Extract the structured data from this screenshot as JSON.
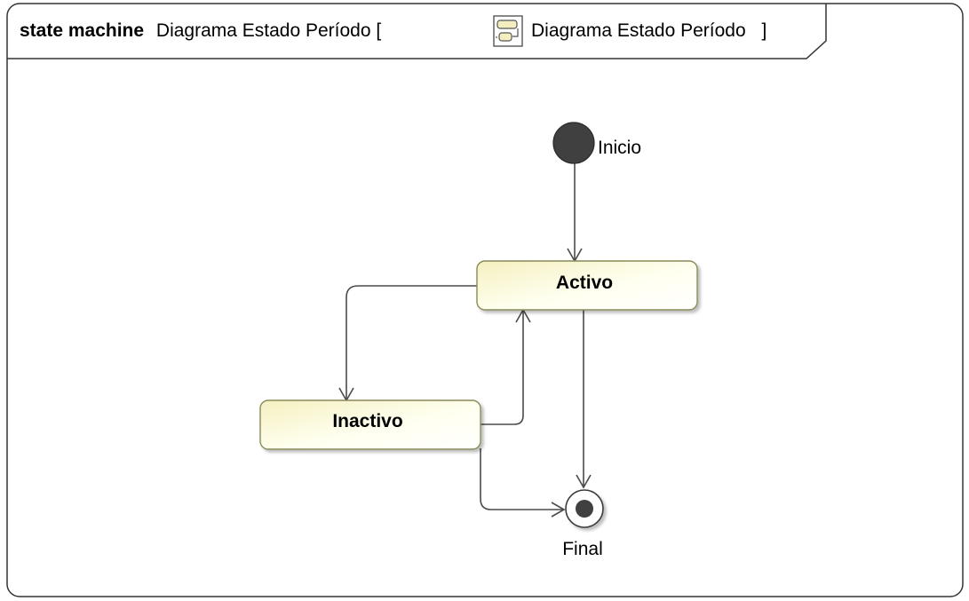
{
  "frame": {
    "keyword": "state machine",
    "name": "Diagrama Estado Período [",
    "diagram_ref": "Diagrama Estado Período",
    "close_bracket": "]",
    "icon": "state-machine-diagram-icon"
  },
  "nodes": {
    "initial": {
      "label": "Inicio",
      "kind": "initial-pseudostate"
    },
    "activo": {
      "label": "Activo",
      "kind": "state"
    },
    "inactivo": {
      "label": "Inactivo",
      "kind": "state"
    },
    "final": {
      "label": "Final",
      "kind": "final-state"
    }
  },
  "transitions": [
    {
      "from": "Inicio",
      "to": "Activo"
    },
    {
      "from": "Activo",
      "to": "Inactivo"
    },
    {
      "from": "Inactivo",
      "to": "Activo"
    },
    {
      "from": "Activo",
      "to": "Final"
    },
    {
      "from": "Inactivo",
      "to": "Final"
    }
  ],
  "colors": {
    "state_fill_light": "#fffff2",
    "state_fill_dark": "#f5f0c0",
    "state_border": "#8a8a5a",
    "pseudostate": "#404040",
    "line": "#4a4a4a"
  }
}
